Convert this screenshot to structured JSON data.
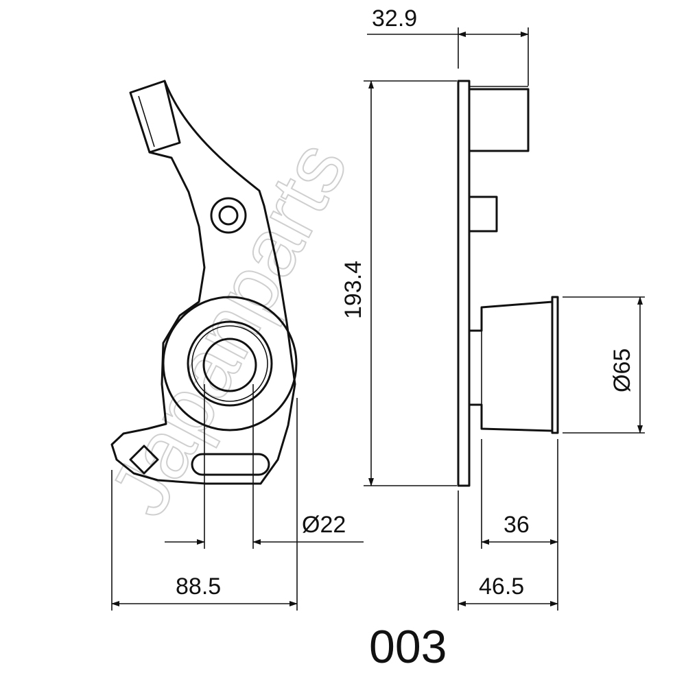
{
  "watermark": "Japanparts",
  "part_number": "003",
  "dimensions": {
    "top_width": "32.9",
    "height": "193.4",
    "roller_diameter": "Ø65",
    "bore_diameter": "Ø22",
    "overall_width": "88.5",
    "roller_width": "36",
    "total_depth": "46.5"
  }
}
